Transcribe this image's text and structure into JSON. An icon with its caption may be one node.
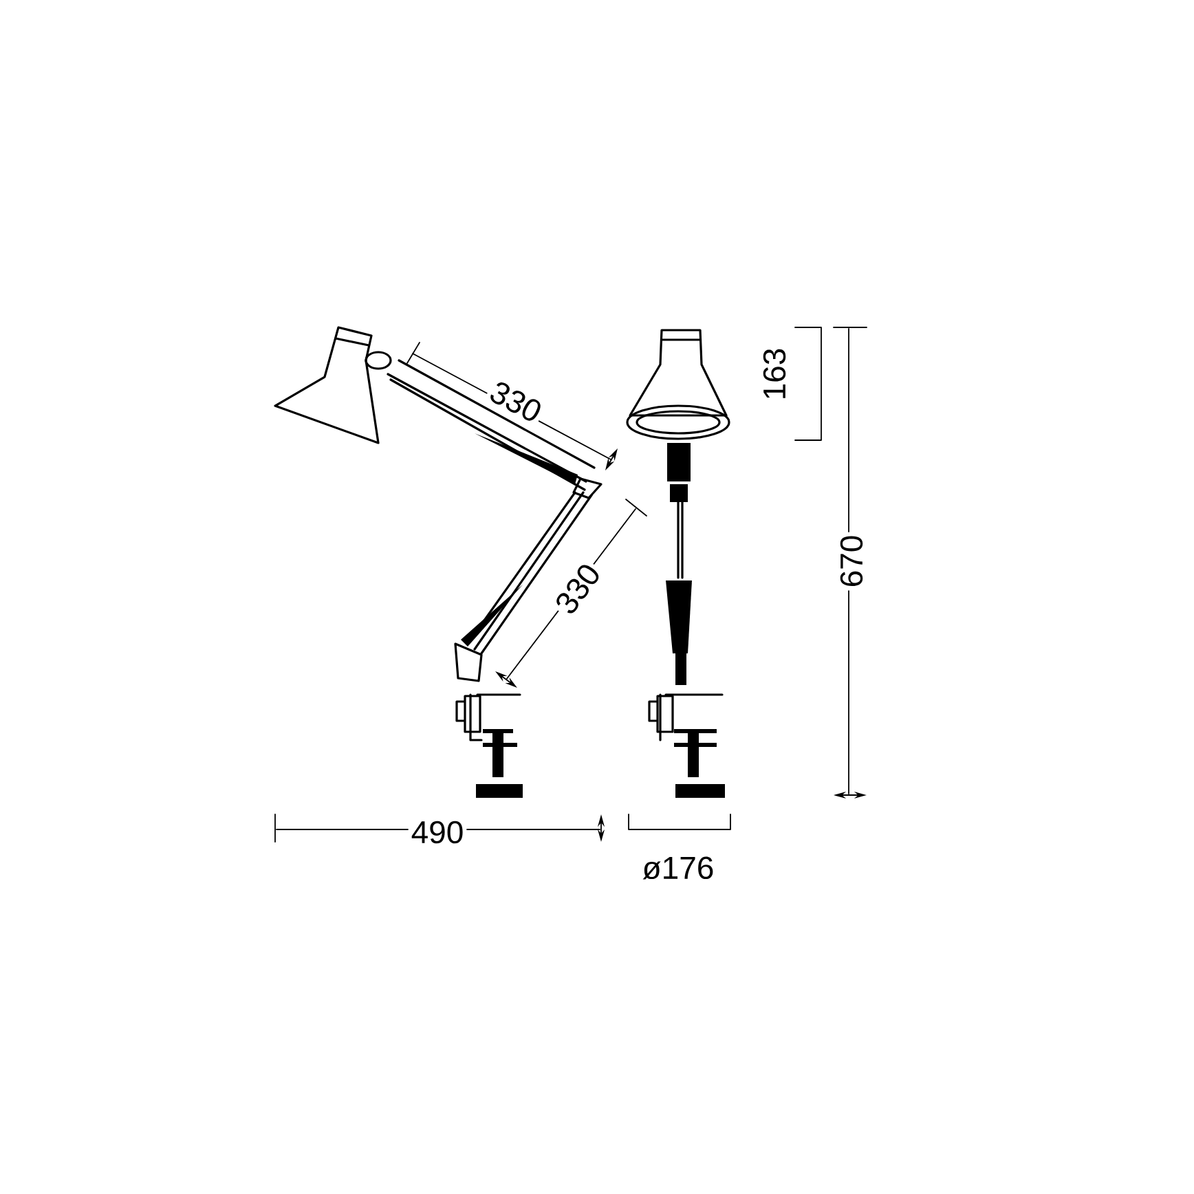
{
  "diagram": {
    "labels": [
      "330",
      "330",
      "163",
      "670",
      "490",
      "ø176"
    ]
  }
}
